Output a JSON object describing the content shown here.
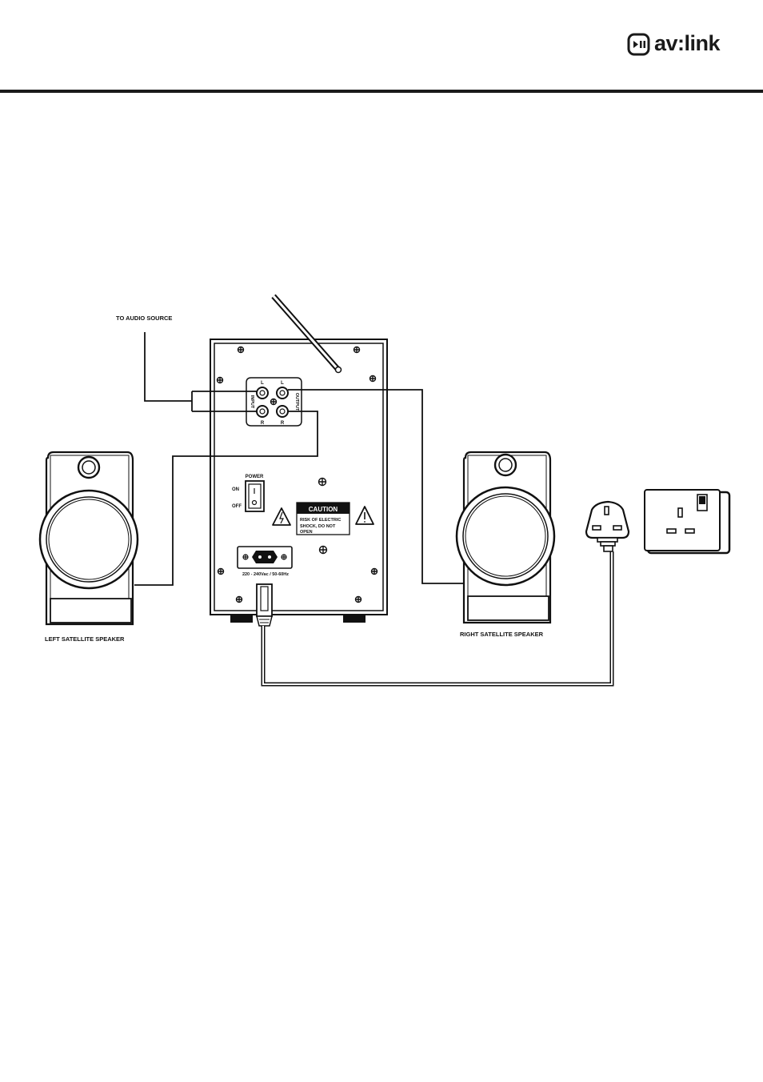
{
  "header": {
    "brand": "av:link"
  },
  "labels": {
    "audio_source": "TO AUDIO SOURCE",
    "left_speaker": "LEFT SATELLITE SPEAKER",
    "right_speaker": "RIGHT SATELLITE SPEAKER",
    "power": "POWER",
    "on": "ON",
    "off": "OFF",
    "input": "INPUT",
    "output": "OUTPUT",
    "l_in": "L",
    "r_in": "R",
    "l_out": "L",
    "r_out": "R",
    "caution_title": "CAUTION",
    "caution_line1": "RISK OF ELECTRIC",
    "caution_line2": "SHOCK, DO NOT",
    "caution_line3": "OPEN",
    "voltage": "220 - 240Vac / 50-60Hz"
  },
  "icons": [
    "av-link-logo-icon",
    "warning-lightning-icon",
    "warning-exclamation-icon",
    "screw-icon",
    "uk-plug-icon",
    "wall-socket-icon"
  ]
}
